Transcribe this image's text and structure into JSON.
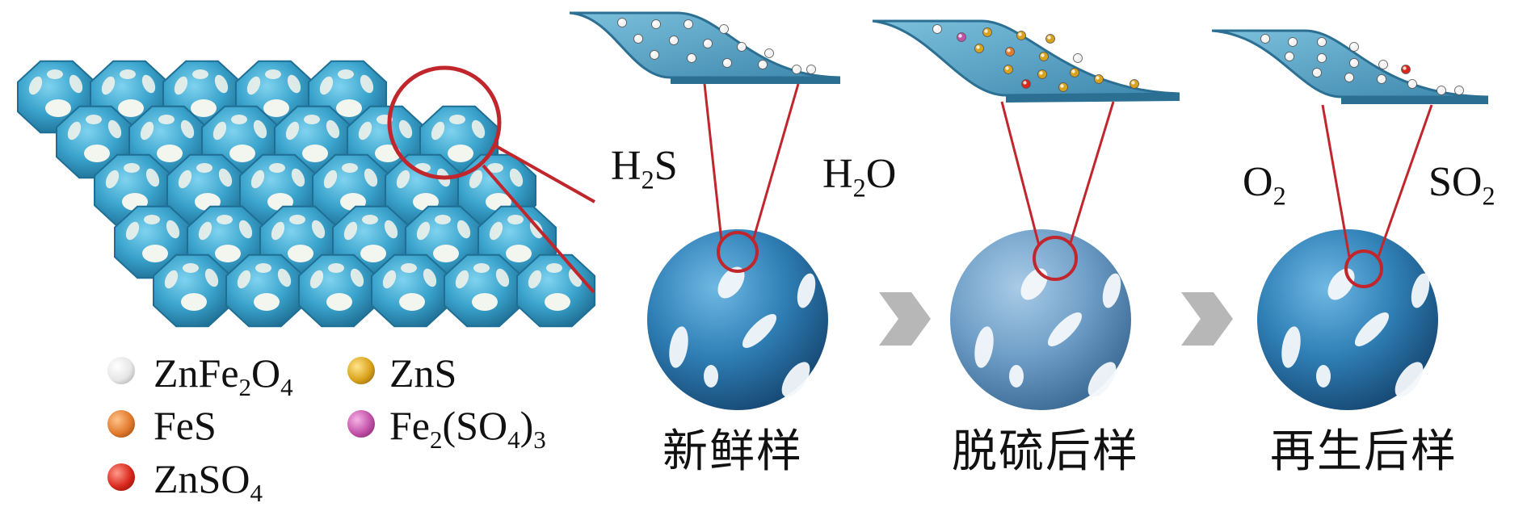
{
  "legend": {
    "znfe2o4": {
      "base": "ZnFe",
      "s1": "2",
      "mid": "O",
      "s2": "4",
      "color": "#f2f2f2"
    },
    "zns": {
      "text": "ZnS",
      "color": "#d9a21c"
    },
    "fes": {
      "text": "FeS",
      "color": "#e07a2c"
    },
    "fe2so43": {
      "a": "Fe",
      "s1": "2",
      "b": "(SO",
      "s2": "4",
      "c": ")",
      "s3": "3",
      "color": "#c251a8"
    },
    "znso4": {
      "a": "ZnSO",
      "s1": "4",
      "color": "#d8281c"
    }
  },
  "gases": {
    "h2s": {
      "a": "H",
      "s": "2",
      "b": "S"
    },
    "h2o": {
      "a": "H",
      "s": "2",
      "b": "O"
    },
    "o2": {
      "a": "O",
      "s": "2"
    },
    "so2": {
      "a": "SO",
      "s": "2"
    }
  },
  "stages": [
    {
      "label": "新鲜样"
    },
    {
      "label": "脱硫后样"
    },
    {
      "label": "再生后样"
    }
  ],
  "colors": {
    "sorbent": "#3aa3cc",
    "sorbent_dark": "#1f6f95",
    "sphere_fresh": "#2f7fb6",
    "sphere_used": "#6f9fc8",
    "surface": "#5aa1c4",
    "magnifier": "#c0262c",
    "arrow": "#b7b7b7"
  }
}
